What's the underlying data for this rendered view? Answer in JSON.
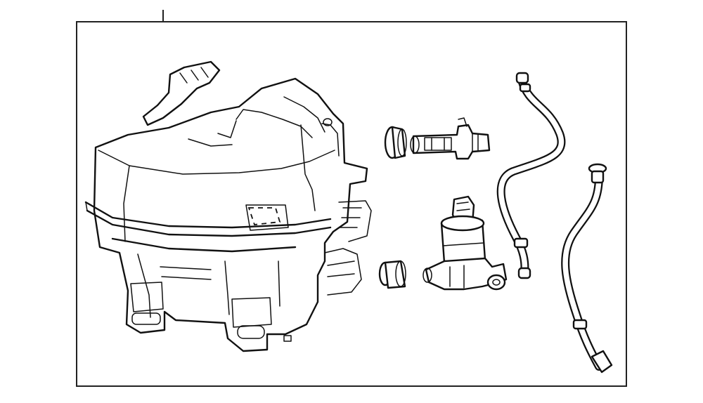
{
  "diagram": {
    "line_color": "#111111",
    "frame_color": "#222222",
    "background": "#ffffff",
    "parts": [
      {
        "id": "washer-reservoir"
      },
      {
        "id": "level-sensor-grommet"
      },
      {
        "id": "level-sensor"
      },
      {
        "id": "pump-grommet"
      },
      {
        "id": "washer-pump"
      },
      {
        "id": "washer-hose-upper"
      },
      {
        "id": "washer-hose-lower"
      }
    ]
  }
}
